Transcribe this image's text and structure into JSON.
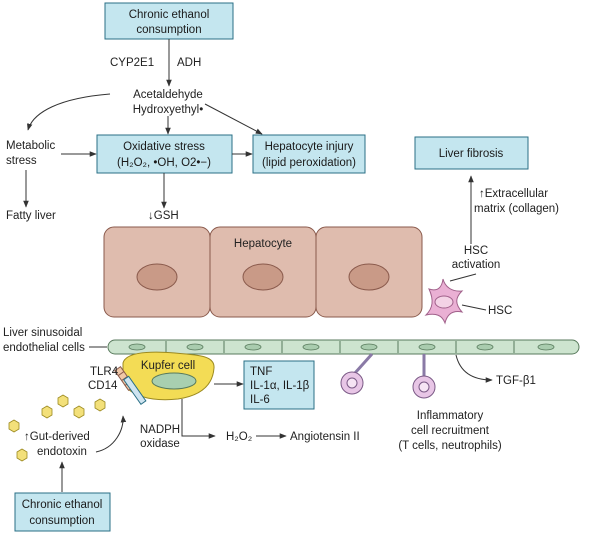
{
  "boxes": {
    "ethanol_top": [
      "Chronic ethanol",
      "consumption"
    ],
    "oxidative": [
      "Oxidative stress",
      "(H₂O₂, •OH, O2•−)"
    ],
    "hepatocyte_injury": [
      "Hepatocyte injury",
      "(lipid peroxidation)"
    ],
    "liver_fibrosis": [
      "Liver fibrosis"
    ],
    "cytokines": [
      "TNF",
      "IL-1α, IL-1β",
      "IL-6"
    ],
    "ethanol_bottom": [
      "Chronic ethanol",
      "consumption"
    ]
  },
  "labels": {
    "cyp2e1": "CYP2E1",
    "adh": "ADH",
    "acetaldehyde": "Acetaldehyde",
    "hydroxyethyl": "Hydroxyethyl•",
    "metabolic": [
      "Metabolic",
      "stress"
    ],
    "fatty_liver": "Fatty liver",
    "gsh": "↓GSH",
    "hepatocyte": "Hepatocyte",
    "ecm": [
      "↑Extracellular",
      "matrix (collagen)"
    ],
    "hsc_activation": [
      "HSC",
      "activation"
    ],
    "hsc": "HSC",
    "lsec": [
      "Liver sinusoidal",
      "endothelial cells"
    ],
    "kupffer": "Kupfer cell",
    "tlr4": "TLR4",
    "cd14": "CD14",
    "gut": [
      "↑Gut-derived",
      "endotoxin"
    ],
    "nadph": [
      "NADPH",
      "oxidase"
    ],
    "h2o2": "H₂O₂",
    "angiotensin": "Angiotensin II",
    "tgf": "TGF-β1",
    "inflammatory": [
      "Inflammatory",
      "cell recruitment",
      "(T cells, neutrophils)"
    ]
  },
  "colors": {
    "box_fill": "#c4e6ef",
    "box_stroke": "#2a6f86",
    "hepatocyte_fill": "#dfbcae",
    "hepatocyte_stroke": "#8a5a4c",
    "nucleus_fill": "#c99a87",
    "endothelium_fill": "#cde4cf",
    "endothelium_stroke": "#587a5c",
    "kupffer_fill": "#f3dc55",
    "kupffer_nucleus": "#a8cfb0",
    "hsc_fill": "#eab0d4",
    "hsc_stroke": "#a0608a",
    "endotoxin_fill": "#f3e07a"
  }
}
